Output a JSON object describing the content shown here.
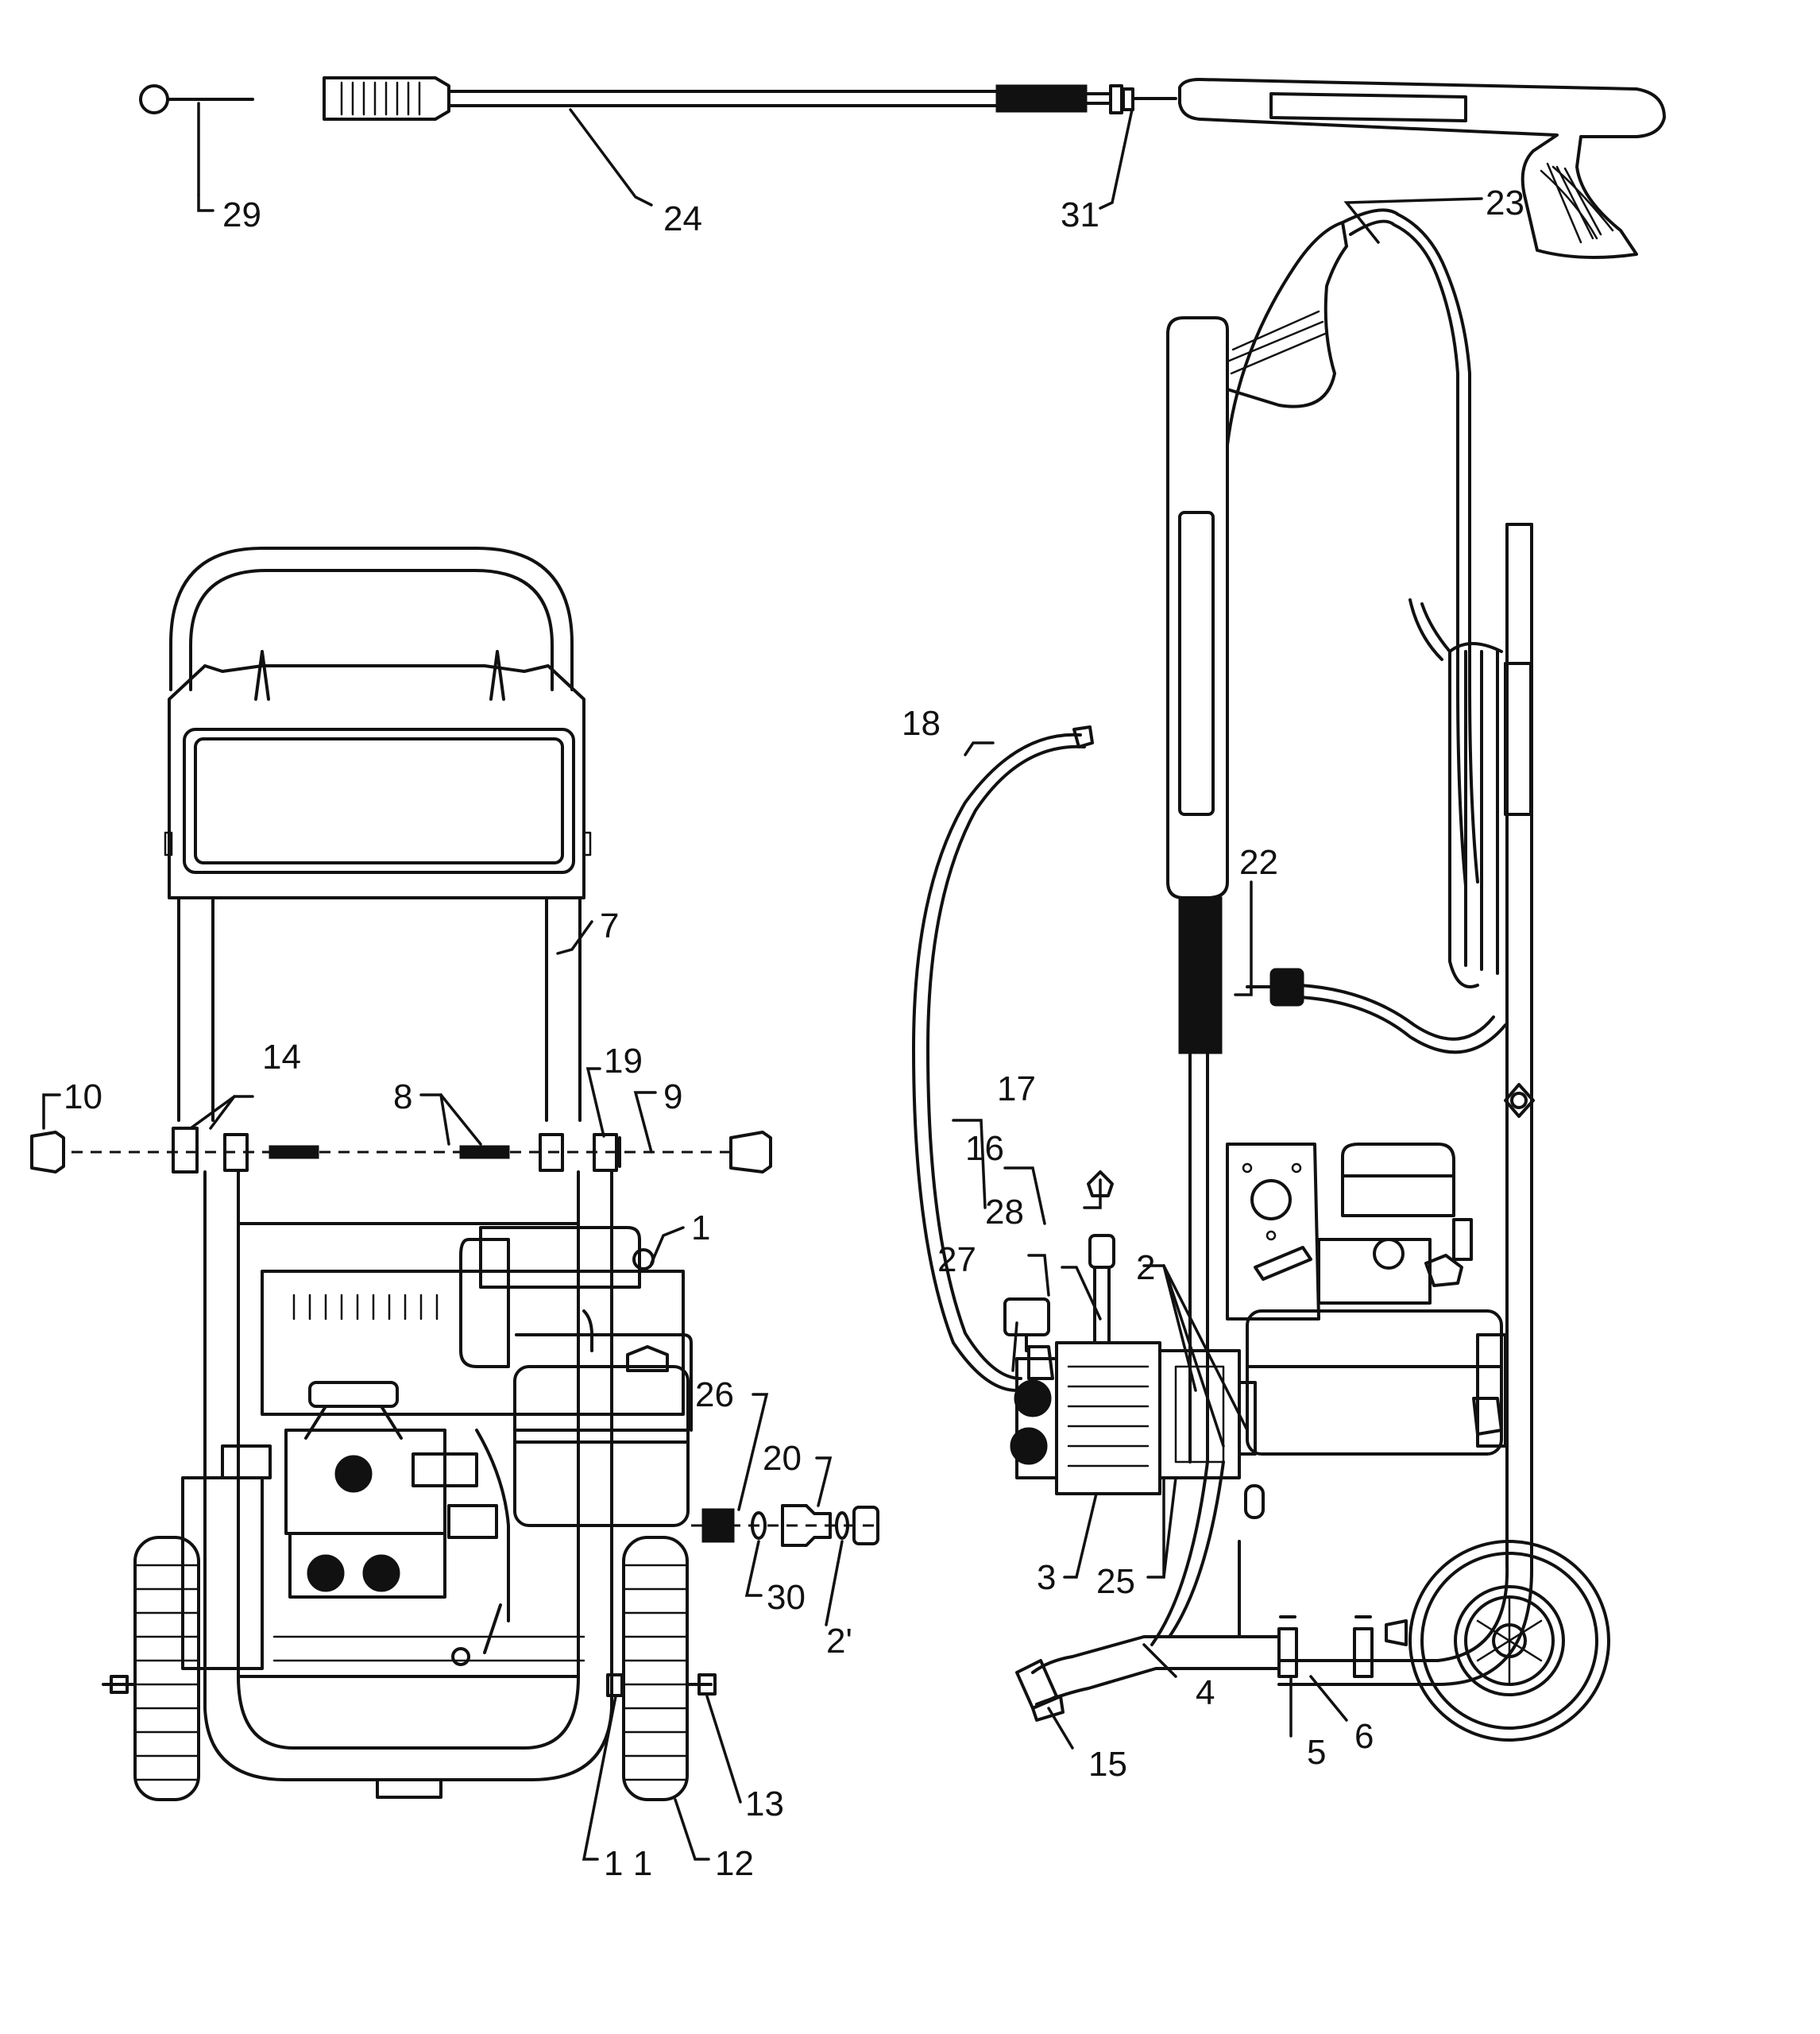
{
  "callouts": {
    "c1": "1",
    "c2": "2",
    "c2b": "2'",
    "c3": "3",
    "c4": "4",
    "c5": "5",
    "c6": "6",
    "c7": "7",
    "c8": "8",
    "c9": "9",
    "c10": "10",
    "c11": "1 1",
    "c12": "12",
    "c13": "13",
    "c14": "14",
    "c15": "15",
    "c16": "16",
    "c17": "17",
    "c18": "18",
    "c19": "19",
    "c20": "20",
    "c22": "22",
    "c23": "23",
    "c24": "24",
    "c25": "25",
    "c26": "26",
    "c27": "27",
    "c28": "28",
    "c29": "29",
    "c30": "30",
    "c31": "31"
  }
}
